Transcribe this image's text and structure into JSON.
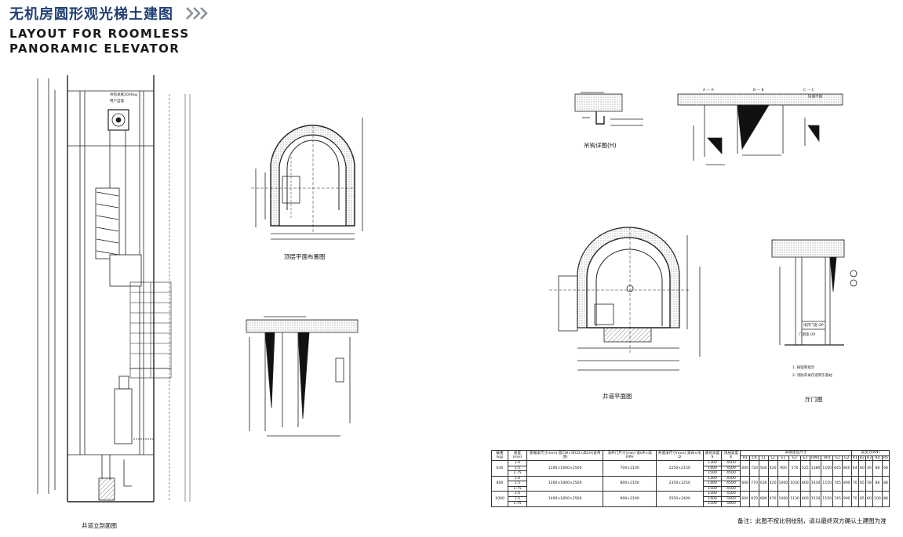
{
  "header": {
    "title_cn": "无机房圆形观光梯土建图",
    "title_en_line1": "LAYOUT FOR ROOMLESS",
    "title_en_line2": "PANORAMIC ELEVATOR"
  },
  "captions": {
    "section": "井道立剖面图",
    "top_plan": "顶层平面布置图",
    "hook": "吊钩详图(H)",
    "hoistway_plan": "井道平面图",
    "door": "厅门图"
  },
  "labels": {
    "hook_load": "吊钩承重2000kg",
    "user_supplied": "用户自理",
    "a_a": "A — A",
    "b_b": "B — B",
    "c_c": "C — C",
    "floor_plate": "层面平面",
    "door_width": "门洞宽 OP",
    "clear_width": "净开门宽 OP",
    "landing_note1": "1: 按钮和指示",
    "landing_note2": "2: 消防开关仅适用于基站"
  },
  "table": {
    "headers": [
      "载重(kg)",
      "速度(m/s)",
      "轿厢净尺寸(mm) 宽CW×深CD×高CH(含吊顶)",
      "净开门尺寸(mm) 宽OP×高OPH",
      "井道净尺寸(mm) 宽W×深D",
      "底坑深度S",
      "顶层高度K",
      "其他定位尺寸",
      "支反力(KN)"
    ],
    "sub_headers": [
      "H1",
      "C6",
      "L1",
      "L2",
      "E1",
      "E2",
      "E3",
      "HW1",
      "H01",
      "G1",
      "G2",
      "R1",
      "R2",
      "R3",
      "R4",
      "R5"
    ],
    "rows": [
      {
        "load": "630",
        "speeds": [
          "1.0",
          "1.5",
          "1.75"
        ],
        "car": "1100×1600×2500",
        "door": "700×2100",
        "shaft": "2250×2150",
        "pits": [
          "1300",
          "1400",
          "1500"
        ],
        "heights": [
          "4500",
          "4500",
          "4500"
        ],
        "dims": [
          "600",
          "720",
          "930",
          "420",
          "900",
          "570",
          "525",
          "1380",
          "1100",
          "645",
          "840"
        ],
        "forces": [
          "64",
          "60",
          "40",
          "88",
          "68"
        ]
      },
      {
        "load": "800",
        "speeds": [
          "1.0",
          "1.5",
          "1.75"
        ],
        "car": "1200×1800×2500",
        "door": "800×2100",
        "shaft": "2350×2250",
        "pits": [
          "1300",
          "1400",
          "1500"
        ],
        "heights": [
          "4500",
          "4500",
          "4500"
        ],
        "dims": [
          "600",
          "770",
          "630",
          "420",
          "1000",
          "1030",
          "800",
          "1430",
          "1150",
          "745",
          "890"
        ],
        "forces": [
          "70",
          "85",
          "58",
          "88",
          "88"
        ]
      },
      {
        "load": "1000",
        "speeds": [
          "1.0",
          "1.5",
          "1.75"
        ],
        "car": "1400×1850×2500",
        "door": "900×2100",
        "shaft": "2550×2400",
        "pits": [
          "1300",
          "1400",
          "1500"
        ],
        "heights": [
          "4500",
          "5000",
          "5000"
        ],
        "dims": [
          "600",
          "870",
          "680",
          "470",
          "1000",
          "1130",
          "800",
          "1530",
          "1150",
          "745",
          "990"
        ],
        "forces": [
          "70",
          "85",
          "60",
          "100",
          "88"
        ]
      }
    ]
  },
  "note": "备注：此图不按比例绘制，请以最终双方确认土建图为准"
}
